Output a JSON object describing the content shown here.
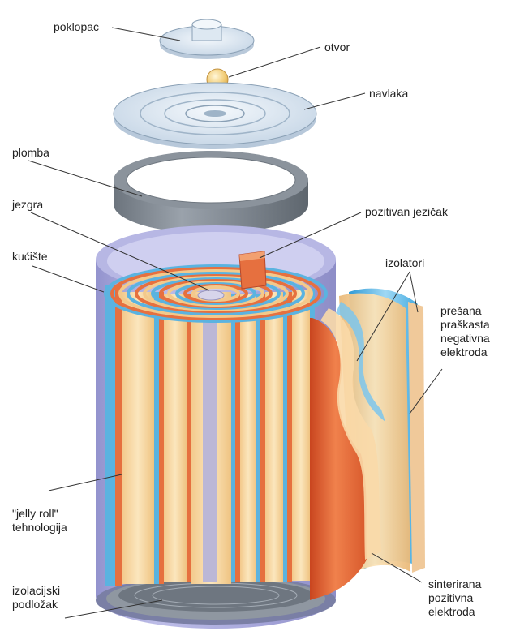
{
  "labels": {
    "poklopac": "poklopac",
    "otvor": "otvor",
    "navlaka": "navlaka",
    "plomba": "plomba",
    "jezgra": "jezgra",
    "pozitivan_jezicak": "pozitivan jezičak",
    "kuciste": "kućište",
    "izolatori": "izolatori",
    "negativna_elektroda": "prešana\npraškasta\nnegativna\nelektroda",
    "jelly_roll": "\"jelly roll\"\ntehnologija",
    "izolacijski_podlozak": "izolacijski\npodložak",
    "pozitivna_elektroda": "sinterirana\npozitivna\nelektroda"
  },
  "colors": {
    "leader_line": "#333333",
    "case": "#a8a8de",
    "seal": "#7f8790",
    "cap": "#dfe9f2",
    "negative_plate": "#f7d9a0",
    "positive_plate": "#e6703f",
    "separator": "#5bb3e0",
    "core": "#bbb7d6"
  }
}
